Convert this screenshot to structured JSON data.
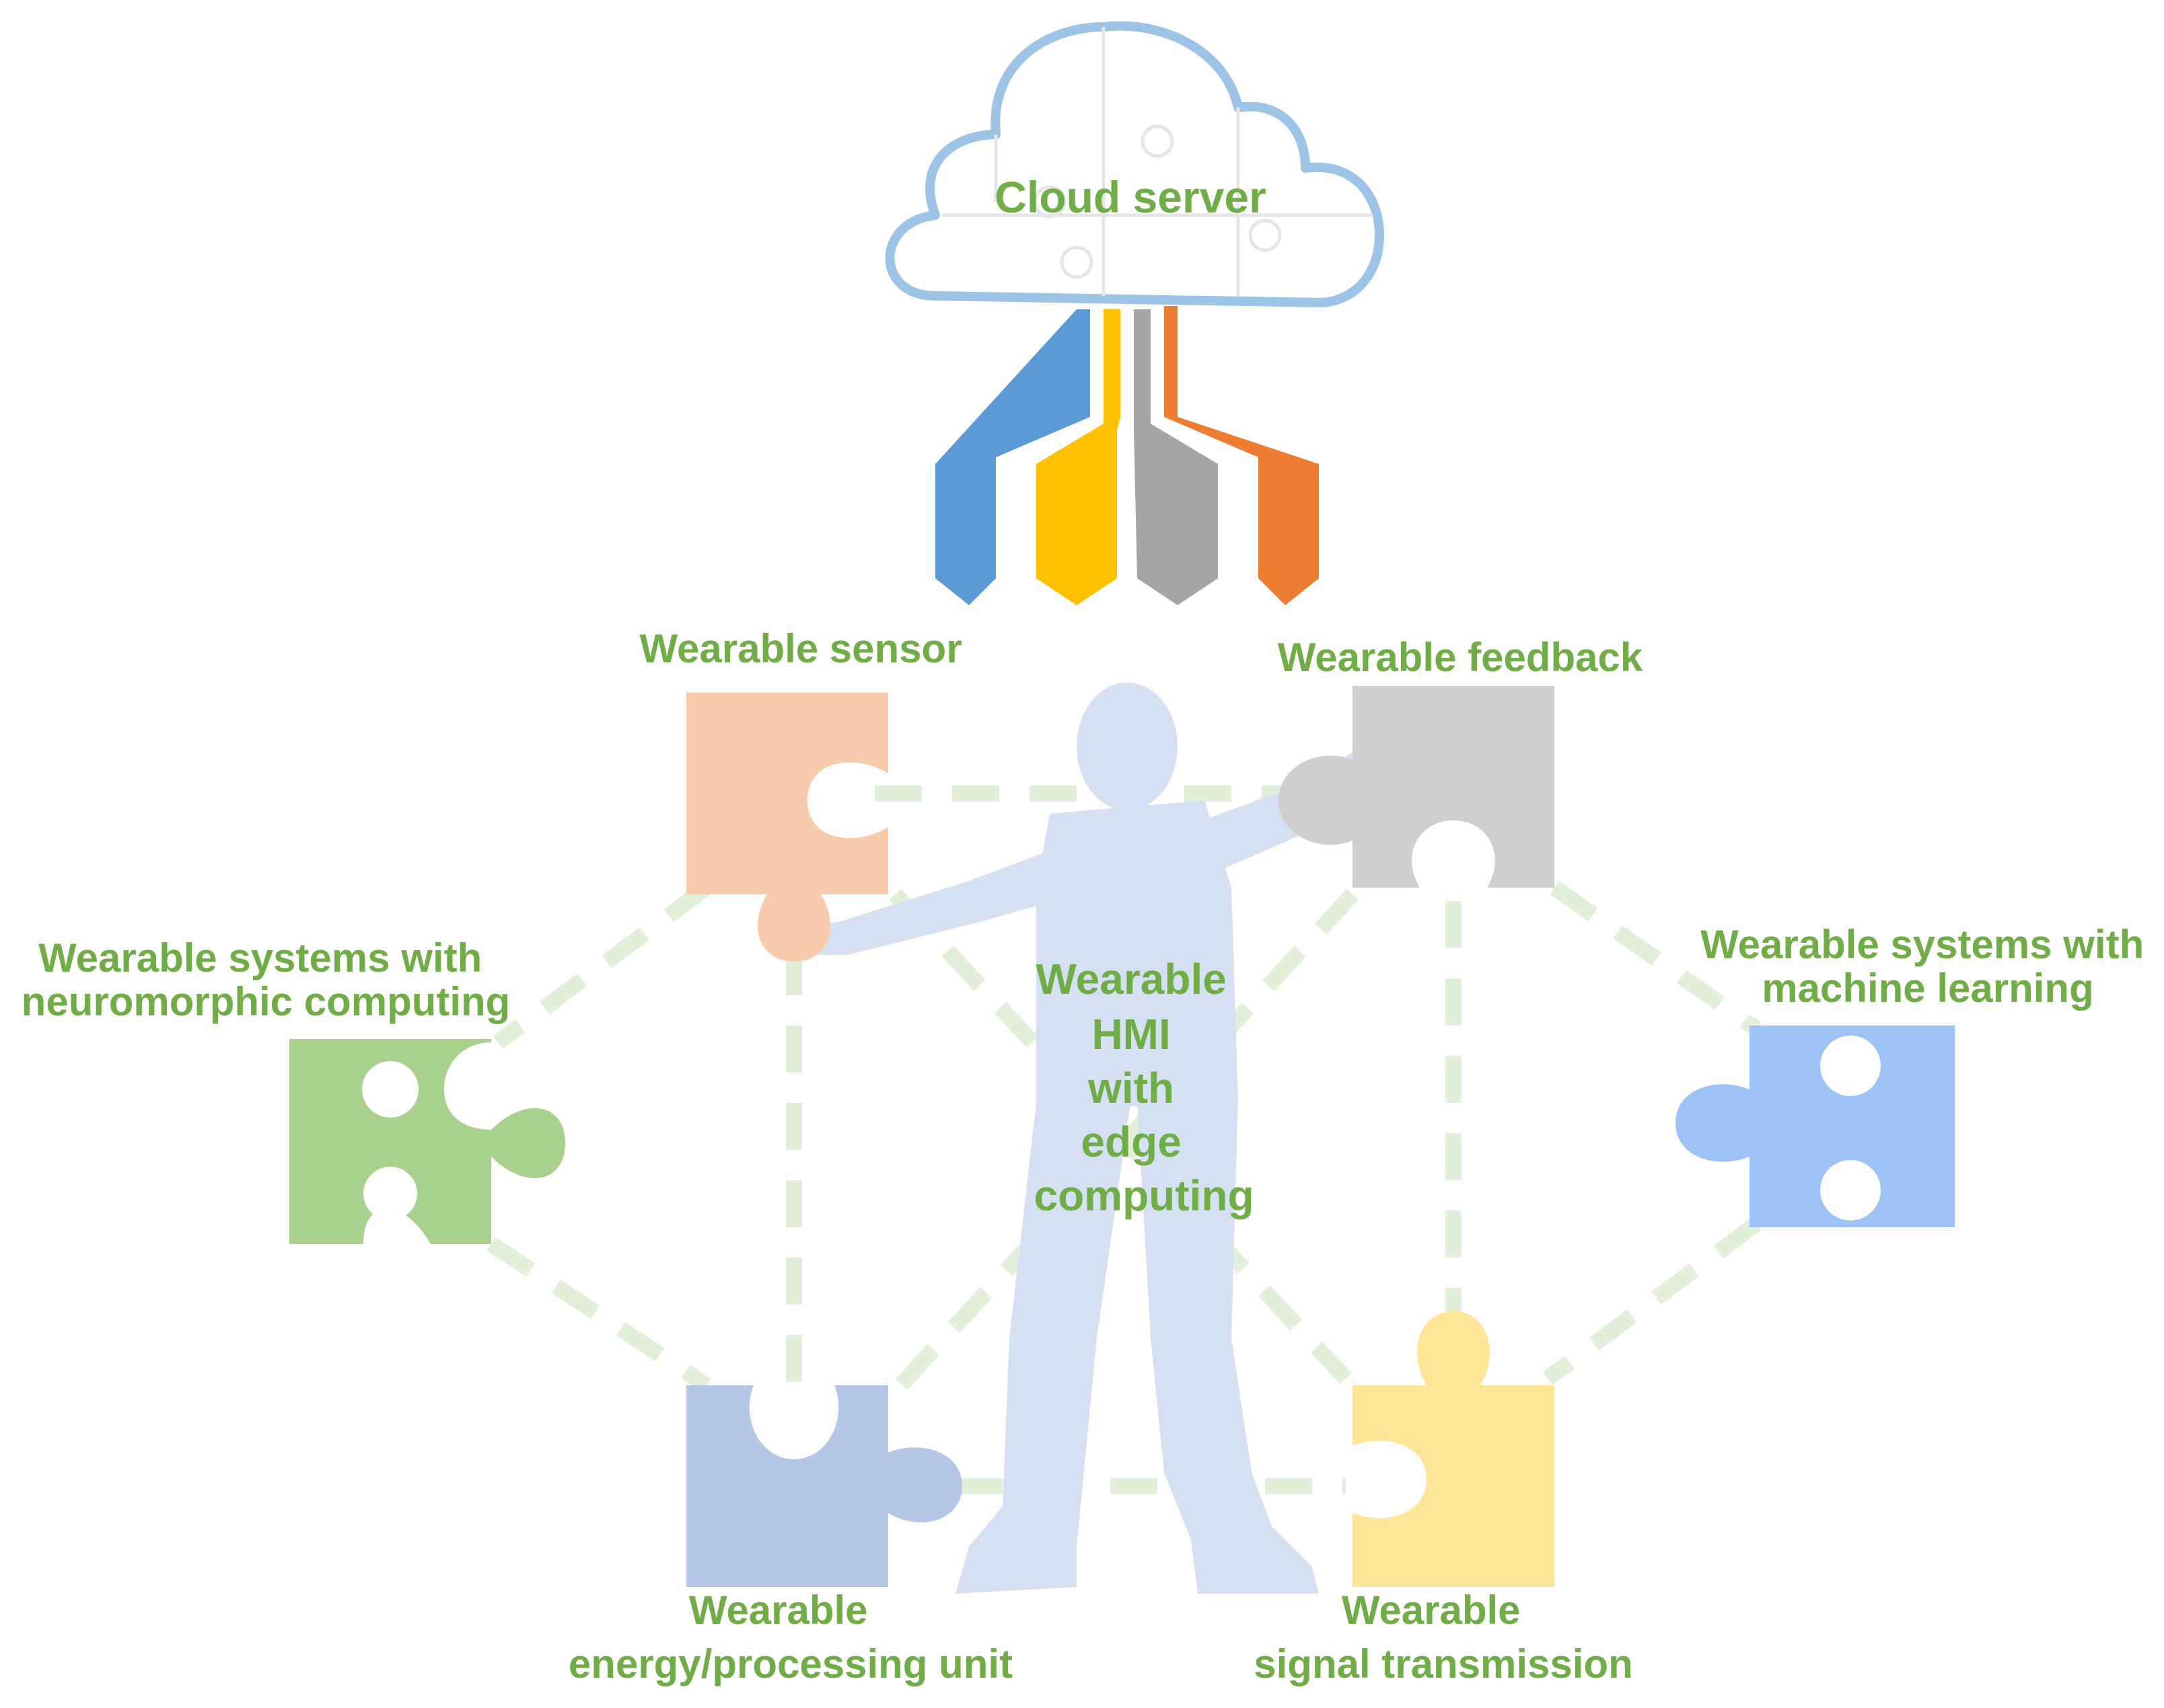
{
  "diagram": {
    "cloud": {
      "label": "Cloud server"
    },
    "center": {
      "lines": [
        "Wearable",
        "HMI",
        "with",
        "edge",
        "computing"
      ]
    },
    "nodes": {
      "sensor": {
        "label": "Wearable sensor"
      },
      "feedback": {
        "label": "Wearable feedback"
      },
      "neuromorphic": {
        "lines": [
          "Wearable systems with",
          "neuromorphic computing"
        ]
      },
      "machine_learning": {
        "lines": [
          "Wearable systems with",
          "machine learning"
        ]
      },
      "energy": {
        "lines": [
          "Wearable",
          "energy/processing unit"
        ]
      },
      "signal": {
        "lines": [
          "Wearable",
          "signal transmission"
        ]
      }
    },
    "colors": {
      "label": "#70ad47",
      "cloud_outline": "#9dc3e6",
      "connector": "#e2f0d9",
      "human": "#d6e0f3",
      "sensor_piece": "#f8cbad",
      "feedback_piece": "#d0cece",
      "neuromorphic_piece": "#a9d18e",
      "machine_learning_piece": "#9dc3f6",
      "energy_piece": "#b4c7e7",
      "signal_piece": "#ffe699",
      "channel_blue": "#5b9bd5",
      "channel_yellow": "#ffc000",
      "channel_gray": "#a5a5a5",
      "channel_orange": "#ed7d31"
    }
  }
}
